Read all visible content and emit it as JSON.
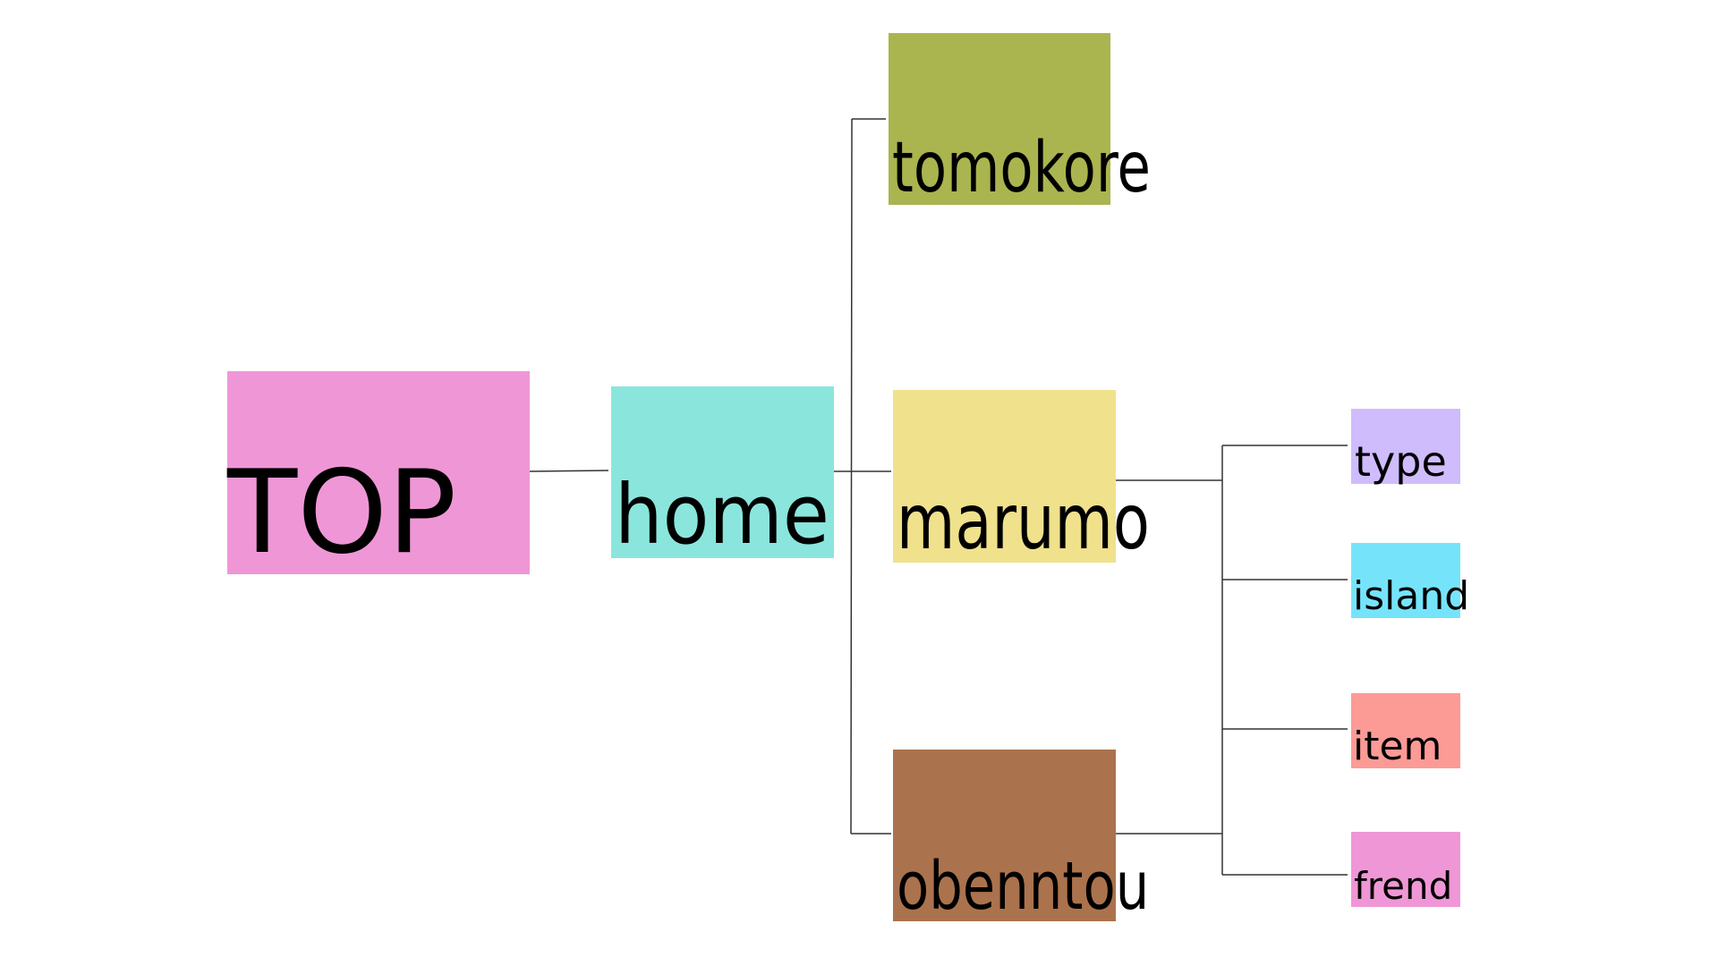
{
  "diagram": {
    "nodes": {
      "top": {
        "label": "TOP",
        "color": "#ef97d6"
      },
      "home": {
        "label": "home",
        "color": "#8ae6dd"
      },
      "tomokore": {
        "label": "tomokore",
        "color": "#aab54f"
      },
      "marumo": {
        "label": "marumo",
        "color": "#f0e18c"
      },
      "obenntou": {
        "label": "obenntou",
        "color": "#ab734d"
      },
      "type": {
        "label": "type",
        "color": "#cfbcfc"
      },
      "island": {
        "label": "island",
        "color": "#75e4fb"
      },
      "item": {
        "label": "item",
        "color": "#fc9a96"
      },
      "frend": {
        "label": "frend",
        "color": "#ef97d6"
      }
    },
    "edges": [
      [
        "top",
        "home"
      ],
      [
        "home",
        "tomokore"
      ],
      [
        "home",
        "marumo"
      ],
      [
        "home",
        "obenntou"
      ],
      [
        "marumo",
        "type"
      ],
      [
        "marumo",
        "island"
      ],
      [
        "obenntou",
        "item"
      ],
      [
        "obenntou",
        "frend"
      ]
    ]
  }
}
